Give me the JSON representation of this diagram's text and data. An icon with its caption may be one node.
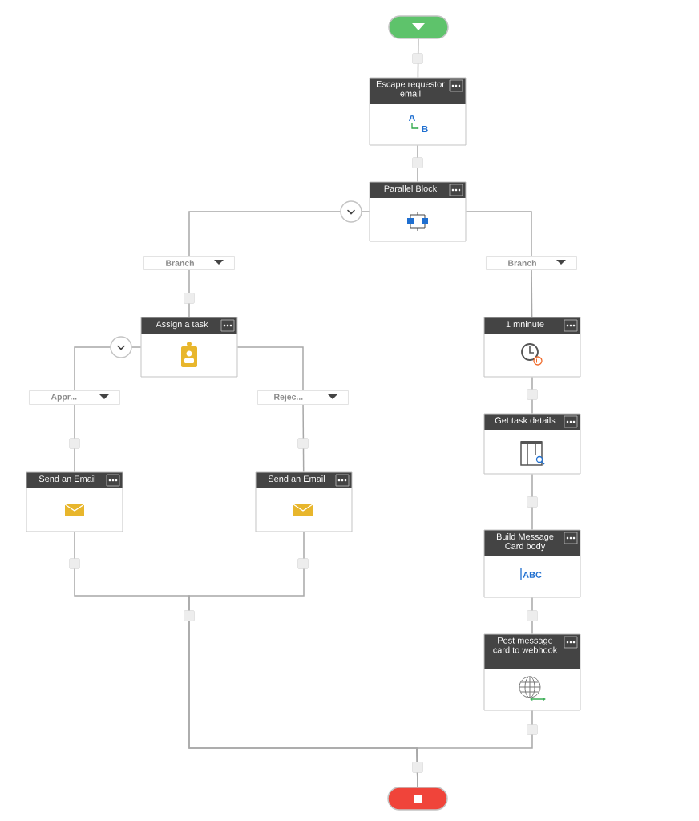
{
  "diagram": {
    "nodes": [
      {
        "text": [],
        "shape": "pill"
      },
      {
        "text": [
          "Escape requestor email"
        ]
      },
      {
        "text": [
          "Parallel Block"
        ]
      },
      {
        "text": [
          "Branch"
        ]
      },
      {
        "text": [
          "Branch"
        ]
      },
      {
        "text": [
          "Assign a task"
        ]
      },
      {
        "text": [
          "Appr..."
        ]
      },
      {
        "text": [
          "Rejec..."
        ]
      },
      {
        "text": [
          "Send an Email"
        ]
      },
      {
        "text": [
          "Send an Email"
        ]
      },
      {
        "text": [
          "1 mninute"
        ]
      },
      {
        "text": [
          "Get task details"
        ]
      },
      {
        "text": [
          "Build Message Card body"
        ]
      },
      {
        "text": [
          "Post message card to webhook"
        ]
      },
      {
        "text": [],
        "shape": "pill"
      },
      {
        "text": [],
        "shape": "circle"
      },
      {
        "text": [],
        "shape": "circle"
      }
    ],
    "edges": [
      {
        "from": 0,
        "to": 1,
        "arrow": "none"
      },
      {
        "from": 1,
        "to": 2,
        "arrow": "none"
      },
      {
        "from": 2,
        "to": 15,
        "arrow": "none"
      },
      {
        "from": 15,
        "to": 3,
        "arrow": "none"
      },
      {
        "from": 2,
        "to": 4,
        "arrow": "none"
      },
      {
        "from": 3,
        "to": 5,
        "arrow": "none"
      },
      {
        "from": 5,
        "to": 16,
        "arrow": "none"
      },
      {
        "from": 16,
        "to": 6,
        "arrow": "none"
      },
      {
        "from": 5,
        "to": 7,
        "arrow": "none"
      },
      {
        "from": 6,
        "to": 8,
        "arrow": "none"
      },
      {
        "from": 7,
        "to": 9,
        "arrow": "none"
      },
      {
        "from": 4,
        "to": 10,
        "arrow": "none"
      },
      {
        "from": 10,
        "to": 11,
        "arrow": "none"
      },
      {
        "from": 11,
        "to": 12,
        "arrow": "none"
      },
      {
        "from": 12,
        "to": 13,
        "arrow": "none"
      },
      {
        "from": 8,
        "to": 14,
        "arrow": "none"
      },
      {
        "from": 9,
        "to": 14,
        "arrow": "none"
      },
      {
        "from": 13,
        "to": 14,
        "arrow": "none"
      }
    ],
    "labels": [
      "A",
      "B",
      "ABC"
    ]
  }
}
